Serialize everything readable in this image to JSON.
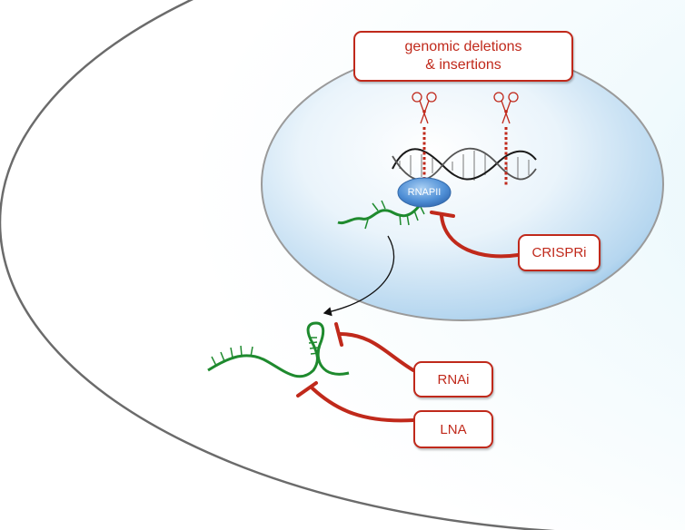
{
  "labels": {
    "genomic_line1": "genomic deletions",
    "genomic_line2": "& insertions",
    "crispri": "CRISPRi",
    "rnai": "RNAi",
    "lna": "LNA",
    "rnapii": "RNAPII"
  },
  "colors": {
    "accent_red": "#c0291b",
    "rna_green": "#1e8a2e",
    "cell_outline": "#666666",
    "nucleus_blue": "#6aa8d8",
    "polymerase_blue": "#3a7bc8"
  },
  "icons": [
    "scissors-icon",
    "scissors-icon"
  ]
}
